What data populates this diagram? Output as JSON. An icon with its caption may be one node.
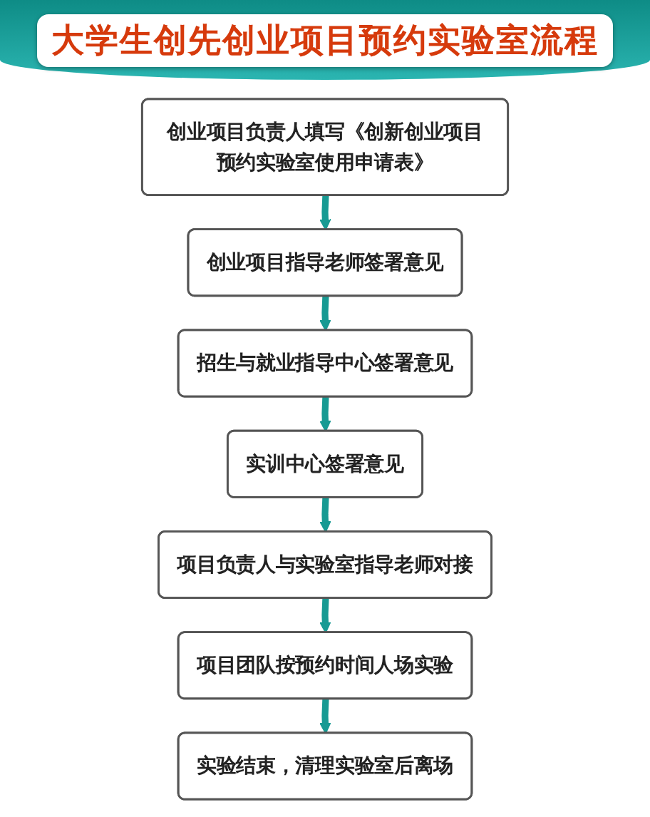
{
  "diagram": {
    "title": "大学生创先创业项目预约实验室流程",
    "nodes": [
      {
        "text": [
          "创业项目负责人填写《创新创业项目预约实验室使用申请表》"
        ]
      },
      {
        "text": [
          "创业项目指导老师签署意见"
        ]
      },
      {
        "text": [
          "招生与就业指导中心签署意见"
        ]
      },
      {
        "text": [
          "实训中心签署意见"
        ]
      },
      {
        "text": [
          "项目负责人与实验室指导老师对接"
        ]
      },
      {
        "text": [
          "项目团队按预约时间人场实验"
        ]
      },
      {
        "text": [
          "实验结束，清理实验室后离场"
        ]
      }
    ],
    "edges": [
      {
        "from": 0,
        "to": 1,
        "arrow": "to"
      },
      {
        "from": 1,
        "to": 2,
        "arrow": "to"
      },
      {
        "from": 2,
        "to": 3,
        "arrow": "to"
      },
      {
        "from": 3,
        "to": 4,
        "arrow": "to"
      },
      {
        "from": 4,
        "to": 5,
        "arrow": "to"
      },
      {
        "from": 5,
        "to": 6,
        "arrow": "to"
      }
    ]
  }
}
